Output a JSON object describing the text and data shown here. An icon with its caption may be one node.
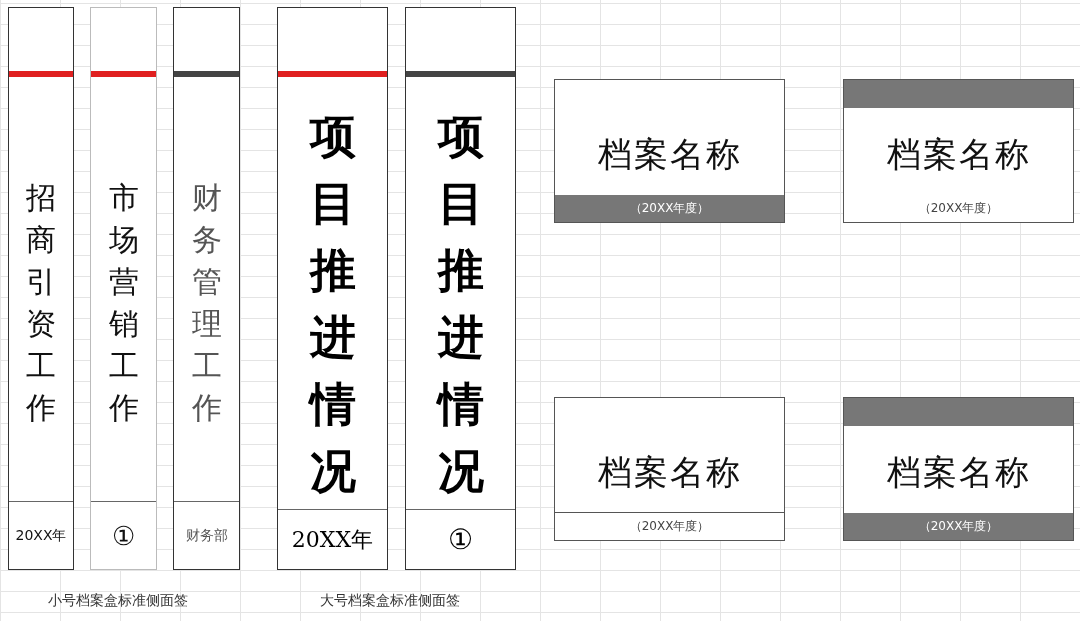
{
  "diagram": {
    "nodes": [
      {
        "text": [
          "招商引资工作",
          "20XX年"
        ]
      },
      {
        "text": [
          "市场营销工作",
          "①"
        ]
      },
      {
        "text": [
          "财务管理工作",
          "财务部"
        ]
      },
      {
        "text": [
          "项目推进情况",
          "20XX年"
        ]
      },
      {
        "text": [
          "项目推进情况",
          "①"
        ]
      },
      {
        "text": [
          "档案名称",
          "（20XX年度）"
        ]
      },
      {
        "text": [
          "档案名称",
          "（20XX年度）"
        ]
      },
      {
        "text": [
          "档案名称",
          "（20XX年度）"
        ]
      },
      {
        "text": [
          "档案名称",
          "（20XX年度）"
        ]
      }
    ],
    "labels": [
      "小号档案盒标准侧面签",
      "大号档案盒标准侧面签"
    ]
  }
}
